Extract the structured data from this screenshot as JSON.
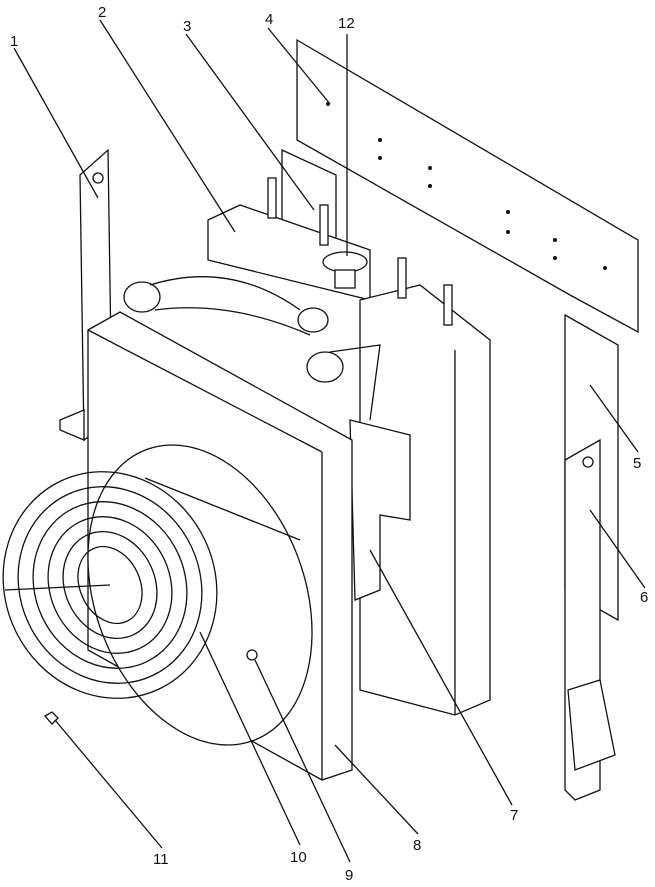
{
  "title": "Radiator assembly exploded view",
  "callouts": [
    {
      "id": "1",
      "label": "1"
    },
    {
      "id": "2",
      "label": "2"
    },
    {
      "id": "3",
      "label": "3"
    },
    {
      "id": "4",
      "label": "4"
    },
    {
      "id": "12",
      "label": "12"
    },
    {
      "id": "5",
      "label": "5"
    },
    {
      "id": "6",
      "label": "6"
    },
    {
      "id": "7",
      "label": "7"
    },
    {
      "id": "8",
      "label": "8"
    },
    {
      "id": "9",
      "label": "9"
    },
    {
      "id": "10",
      "label": "10"
    },
    {
      "id": "11",
      "label": "11"
    }
  ]
}
